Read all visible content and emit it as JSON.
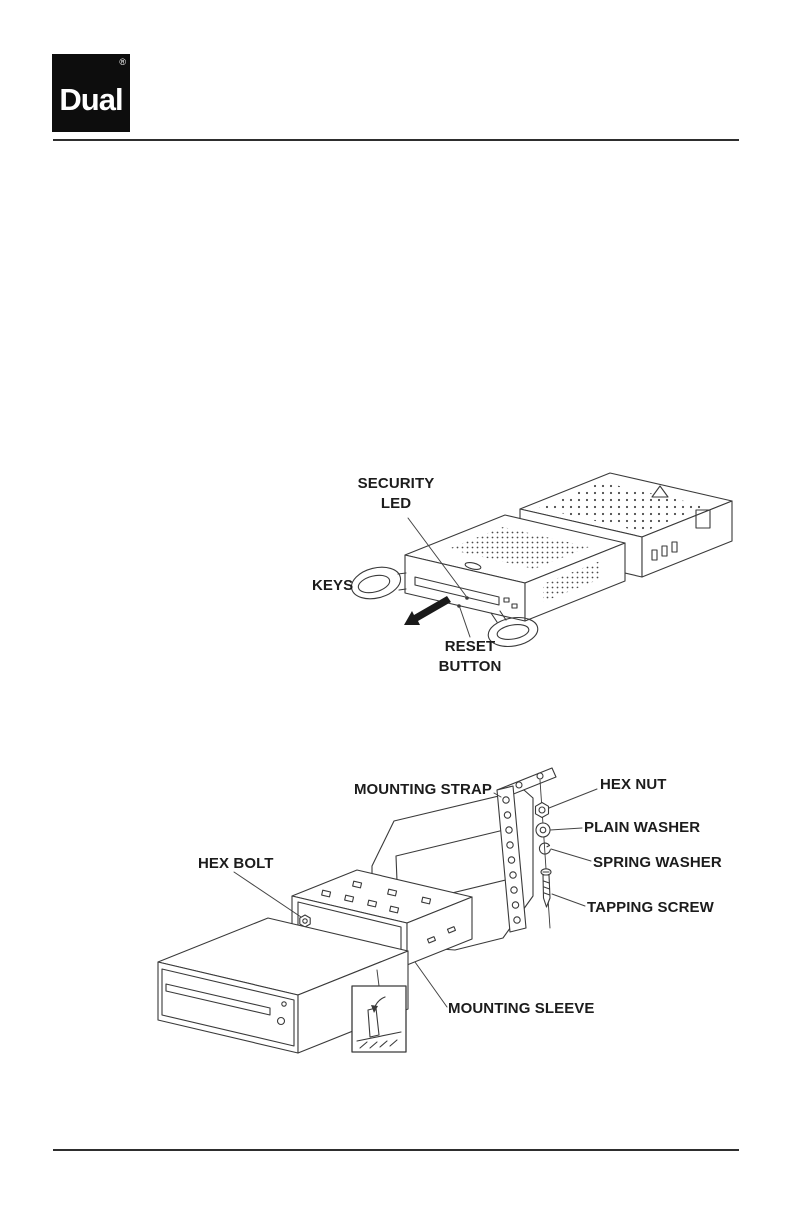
{
  "page": {
    "brand": "Dual",
    "registered_mark": "®"
  },
  "removal_diagram": {
    "labels": {
      "security_led": "SECURITY\nLED",
      "keys": "KEYS",
      "reset_button": "RESET\nBUTTON"
    }
  },
  "install_diagram": {
    "labels": {
      "mounting_strap": "MOUNTING STRAP",
      "hex_nut": "HEX NUT",
      "plain_washer": "PLAIN WASHER",
      "spring_washer": "SPRING WASHER",
      "tapping_screw": "TAPPING SCREW",
      "hex_bolt": "HEX BOLT",
      "mounting_sleeve": "MOUNTING SLEEVE"
    }
  }
}
